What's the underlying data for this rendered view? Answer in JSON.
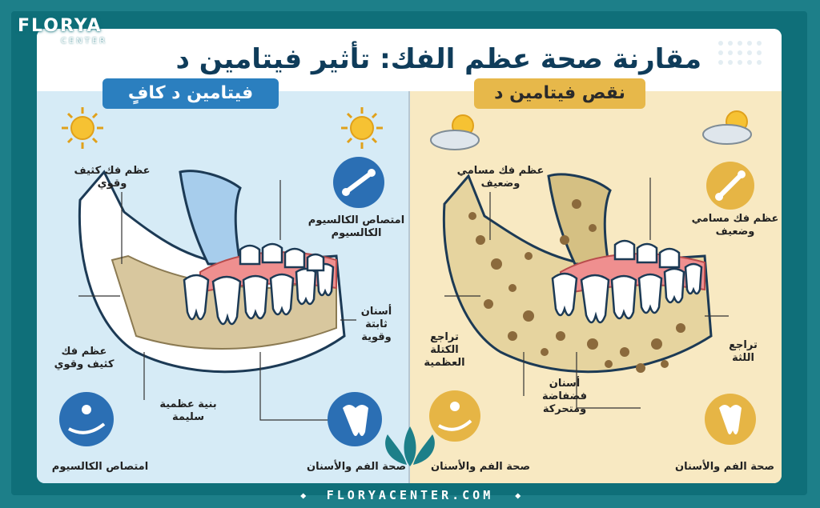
{
  "title": "مقارنة صحة عظم الفك: تأثير فيتامين د",
  "logo": {
    "name": "FLORYA",
    "sub": "CENTER"
  },
  "left_panel": {
    "header": "فيتامين د كافٍ",
    "labels": {
      "top_bone": "عظم فك كثيف\nوقوي",
      "calcium_absorption_icon": "امتصاص الكالسيوم\nالكالسيوم",
      "teeth": "أسنان\nثابتة\nوقوية",
      "left_bone": "عظم فك\nكثيف وقوي",
      "structure": "بنية عظمية\nسليمة",
      "calcium_bottom": "امتصاص الكالسيوم",
      "oral_health": "صحة الفم والأسنان"
    }
  },
  "right_panel": {
    "header": "نقص فيتامين د",
    "labels": {
      "top_bone": "عظم فك مسامي\nوضعيف",
      "bone_icon": "عظم فك مسامي\nوضعيف",
      "mass_regression": "تراجع\nالكتلة\nالعظمية",
      "loose_teeth": "أسنان\nفضفاضة\nومتحركة",
      "gum_regression": "تراجع\nاللثة",
      "oral_health_left": "صحة الفم والأسنان",
      "oral_health_right": "صحة الفم والأسنان"
    }
  },
  "footer": "FLORYACENTER.COM",
  "colors": {
    "frame": "#1d7f89",
    "left_bg": "#d6ebf6",
    "right_bg": "#f8e9c2",
    "blue_accent": "#2b7fbf",
    "yellow_accent": "#e7b84a",
    "title": "#0f3c5a"
  }
}
